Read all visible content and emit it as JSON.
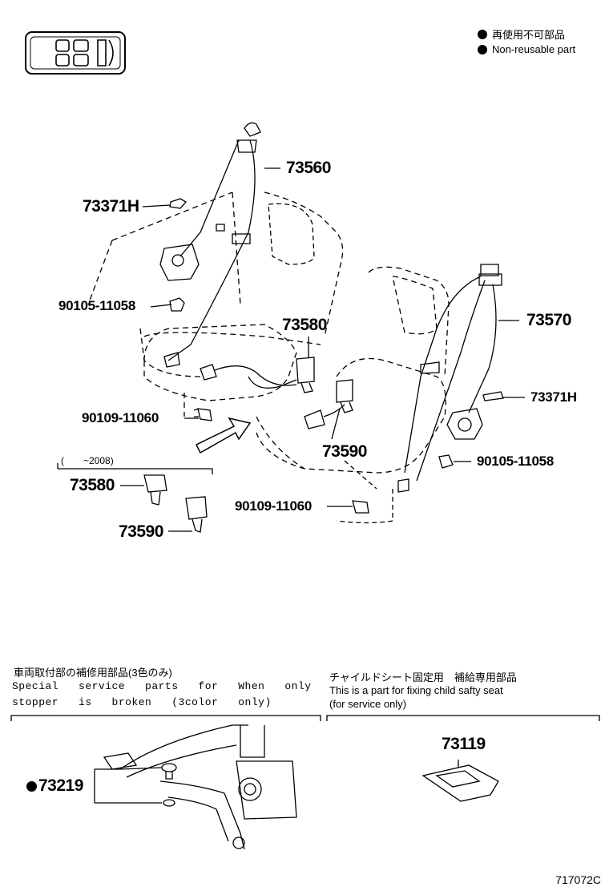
{
  "legend": {
    "jp": "再使用不可部品",
    "en": "Non-reusable part"
  },
  "parts": {
    "p73560": "73560",
    "p73371h_left": "73371H",
    "p90105_left": "90105-11058",
    "p73580_center": "73580",
    "p90109_left": "90109-11060",
    "p73570": "73570",
    "p73371h_right": "73371H",
    "p90105_right": "90105-11058",
    "p73590_center": "73590",
    "p90109_right": "90109-11060",
    "p73580_inset": "73580",
    "p73590_inset": "73590",
    "p73219": "73219",
    "p73119": "73119"
  },
  "inset_date": "(　　~2008)",
  "notes": {
    "left_jp": "車両取付部の補修用部品(3色のみ)",
    "left_en_1": "Special   service   parts   for   When   only",
    "left_en_2": "stopper   is   broken   (3color   only)",
    "right_jp": "チャイルドシート固定用　補給専用部品",
    "right_en_1": "This is a part for fixing child safty seat",
    "right_en_2": "(for service only)"
  },
  "drawing_code": "717072C"
}
